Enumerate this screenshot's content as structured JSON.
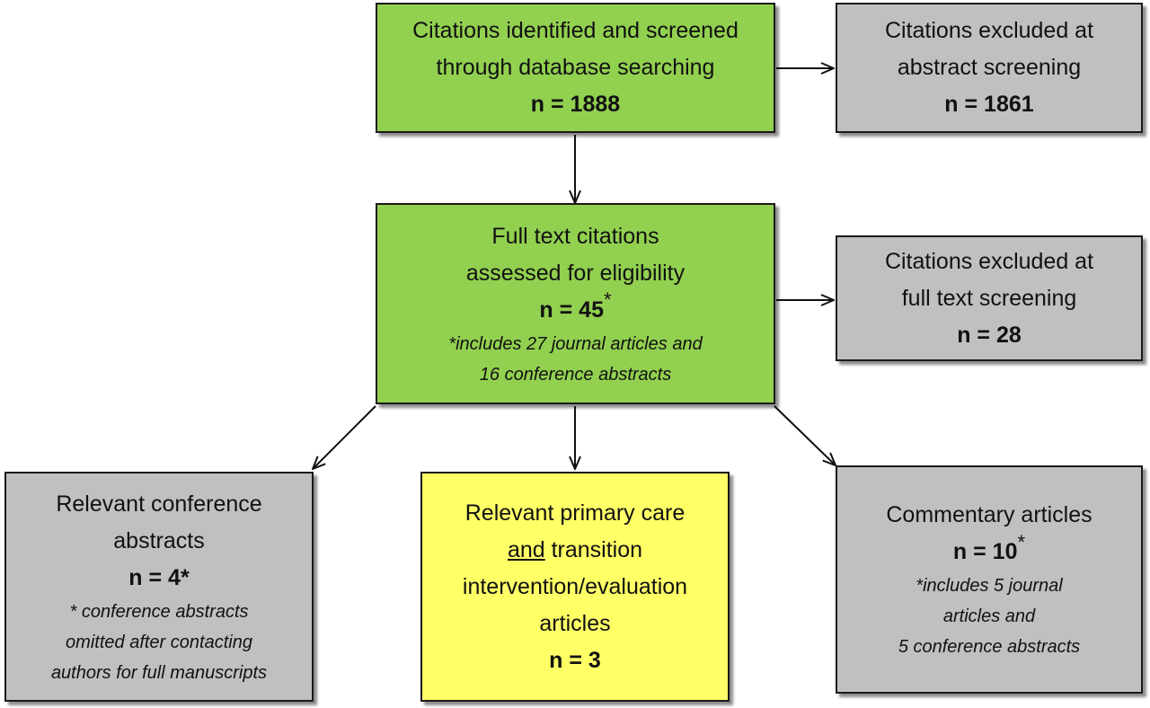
{
  "diagram": {
    "identified": {
      "lines": [
        "Citations identified and screened",
        "through database searching"
      ],
      "count": "n = 1888"
    },
    "excluded_abstract": {
      "lines": [
        "Citations excluded at",
        "abstract screening"
      ],
      "count": "n = 1861"
    },
    "full_text": {
      "lines": [
        "Full text citations",
        "assessed for eligibility"
      ],
      "count": "n = 45",
      "count_mark": "*",
      "note_lines": [
        "*includes 27 journal articles and",
        "16 conference abstracts"
      ]
    },
    "excluded_full_text": {
      "lines": [
        "Citations excluded at",
        "full text screening"
      ],
      "count": "n = 28"
    },
    "conference": {
      "lines": [
        "Relevant conference",
        "abstracts"
      ],
      "count": "n = 4*",
      "note_lines": [
        "* conference abstracts",
        "omitted after contacting",
        "authors for full manuscripts"
      ]
    },
    "primary_care": {
      "line1": "Relevant primary care",
      "line2_underlined": "and",
      "line2_rest": " transition",
      "line3": "intervention/evaluation",
      "line4": "articles",
      "count": "n = 3"
    },
    "commentary": {
      "lines": [
        "Commentary articles"
      ],
      "count": "n = 10",
      "count_mark": "*",
      "note_lines": [
        "*includes 5 journal",
        "articles and",
        "5 conference abstracts"
      ]
    },
    "colors": {
      "green": "#92d050",
      "gray": "#c0c0c0",
      "yellow": "#ffff66",
      "border": "#1a1a1a"
    }
  }
}
